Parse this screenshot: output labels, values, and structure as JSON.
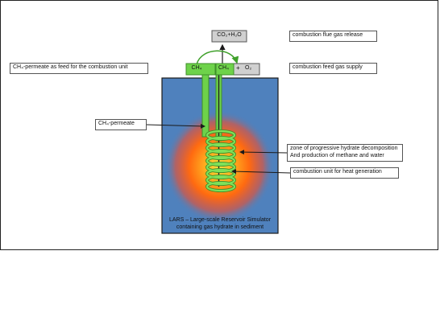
{
  "labels": {
    "flue_gas_box": "CO₂+H₂O",
    "ch4_box": "CH₄",
    "feed_box_ch4": "CH₄",
    "feed_box_plus": "+",
    "feed_box_o2": "O₂",
    "flue_gas_release": "combustion flue gas release",
    "feed_gas_supply": "combustion feed gas supply",
    "permeate_feed": "CH₄-permeate as feed for the combustion unit",
    "permeate": "CH₄-permeate",
    "zone_line1": "zone of progressive hydrate decomposition",
    "zone_line2": "And production of methane and water",
    "combustion_unit": "combustion unit for heat generation",
    "lars_line1": "LARS – Large-scale Reservoir Simulator",
    "lars_line2": "containing gas hydrate in sediment"
  },
  "colors": {
    "reservoir_blue": "#4f81bd",
    "heat_orange": "#ff6a10",
    "heat_yellow": "#ffd040",
    "pipe_green": "#6ed24a",
    "pipe_outline": "#3f8f2a",
    "gray_box": "#d0d0d0",
    "arrow_dark": "#1a1a1a"
  }
}
